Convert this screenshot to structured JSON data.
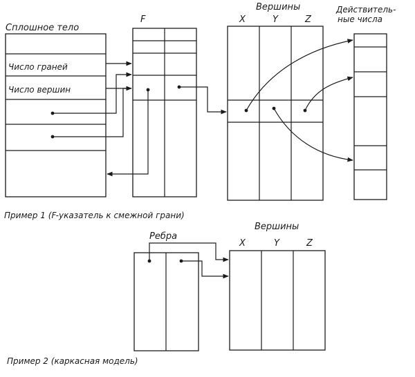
{
  "example1": {
    "solid_title": "Сплошное тело",
    "faces_label": "Число граней",
    "verts_label": "Число вершин",
    "f_label": "F",
    "vertices_title": "Вершины",
    "col_x": "X",
    "col_y": "Y",
    "col_z": "Z",
    "reals_title_1": "Действитель-",
    "reals_title_2": "ные числа",
    "caption": "Пример 1 (F-указатель к смежной грани)"
  },
  "example2": {
    "edges_label": "Ребра",
    "vertices_title": "Вершины",
    "col_x": "X",
    "col_y": "Y",
    "col_z": "Z",
    "caption": "Пример 2 (каркасная модель)"
  }
}
